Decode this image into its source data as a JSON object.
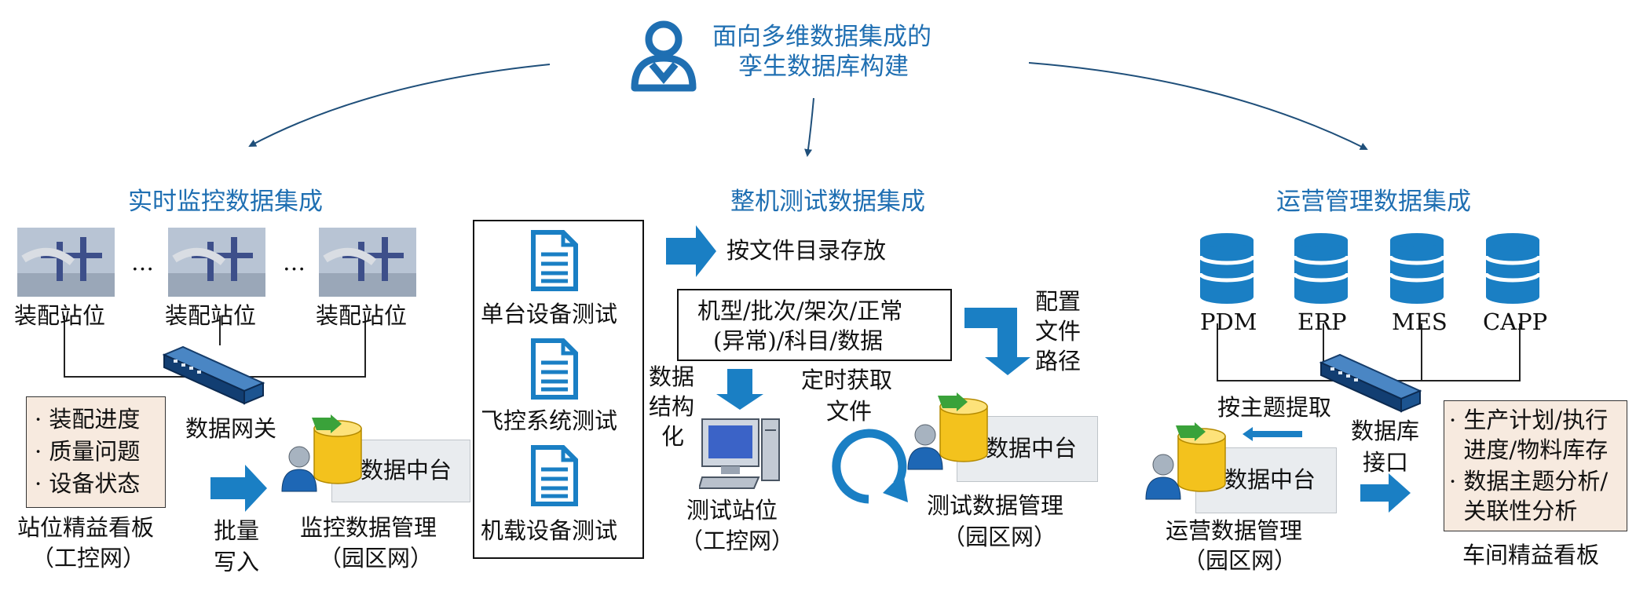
{
  "top": {
    "line1": "面向多维数据集成的",
    "line2": "孪生数据库构建"
  },
  "left": {
    "heading": "实时监控数据集成",
    "stations": [
      "装配站位",
      "装配站位",
      "装配站位"
    ],
    "ellipsis": "…",
    "gateway": "数据网关",
    "panel_items": [
      "· 装配进度",
      "· 质量问题",
      "· 设备状态"
    ],
    "board_label": "站位精益看板",
    "board_sub": "（工控网）",
    "batch": [
      "批量",
      "写入"
    ],
    "platform": "数据中台",
    "mgmt": "监控数据管理",
    "mgmt_sub": "（园区网）"
  },
  "middle": {
    "heading": "整机测试数据集成",
    "docs": [
      "单台设备测试",
      "飞控系统测试",
      "机载设备测试"
    ],
    "store": "按文件目录存放",
    "path_box": [
      "机型/批次/架次/正常",
      "(异常)/科目/数据"
    ],
    "config": [
      "配置",
      "文件",
      "路径"
    ],
    "struct": [
      "数据",
      "结构",
      "化"
    ],
    "timer": [
      "定时获取",
      "文件"
    ],
    "station": "测试站位",
    "station_sub": "（工控网）",
    "platform": "数据中台",
    "mgmt": "测试数据管理",
    "mgmt_sub": "（园区网）"
  },
  "right": {
    "heading": "运营管理数据集成",
    "dbs": [
      "PDM",
      "ERP",
      "MES",
      "CAPP"
    ],
    "extract": "按主题提取",
    "iface": [
      "数据库",
      "接口"
    ],
    "platform": "数据中台",
    "mgmt": "运营数据管理",
    "mgmt_sub": "（园区网）",
    "panel_items": [
      "· 生产计划/执行",
      "  进度/物料库存",
      "· 数据主题分析/",
      "  关联性分析"
    ],
    "board_label": "车间精益看板"
  },
  "colors": {
    "accent": "#1f6fb2",
    "arrow": "#1a7fc4",
    "panel": "#f7eadf",
    "cylinder": "#f3c21d"
  }
}
